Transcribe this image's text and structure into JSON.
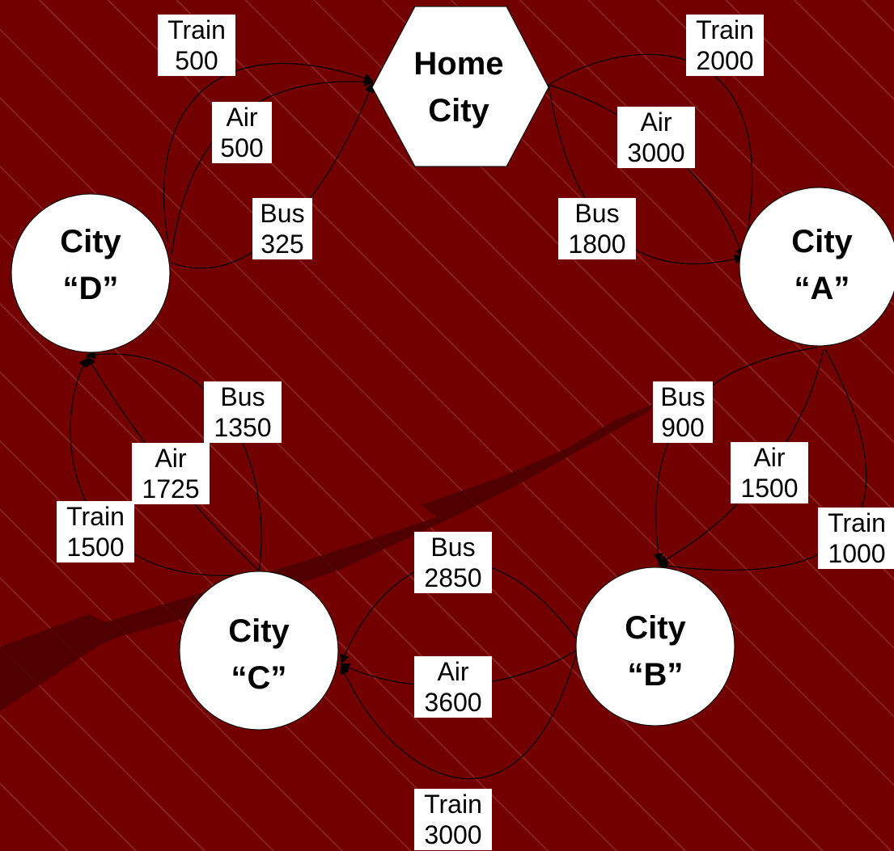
{
  "nodes": {
    "home": {
      "line1": "Home",
      "line2": "City"
    },
    "a": {
      "line1": "City",
      "line2": "“A”"
    },
    "b": {
      "line1": "City",
      "line2": "“B”"
    },
    "c": {
      "line1": "City",
      "line2": "“C”"
    },
    "d": {
      "line1": "City",
      "line2": "“D”"
    }
  },
  "edges": {
    "d_home_train": {
      "mode": "Train",
      "cost": "500"
    },
    "d_home_air": {
      "mode": "Air",
      "cost": "500"
    },
    "d_home_bus": {
      "mode": "Bus",
      "cost": "325"
    },
    "home_a_train": {
      "mode": "Train",
      "cost": "2000"
    },
    "home_a_air": {
      "mode": "Air",
      "cost": "3000"
    },
    "home_a_bus": {
      "mode": "Bus",
      "cost": "1800"
    },
    "a_b_bus": {
      "mode": "Bus",
      "cost": "900"
    },
    "a_b_air": {
      "mode": "Air",
      "cost": "1500"
    },
    "a_b_train": {
      "mode": "Train",
      "cost": "1000"
    },
    "b_c_bus": {
      "mode": "Bus",
      "cost": "2850"
    },
    "b_c_air": {
      "mode": "Air",
      "cost": "3600"
    },
    "b_c_train": {
      "mode": "Train",
      "cost": "3000"
    },
    "c_d_bus": {
      "mode": "Bus",
      "cost": "1350"
    },
    "c_d_air": {
      "mode": "Air",
      "cost": "1725"
    },
    "c_d_train": {
      "mode": "Train",
      "cost": "1500"
    }
  }
}
